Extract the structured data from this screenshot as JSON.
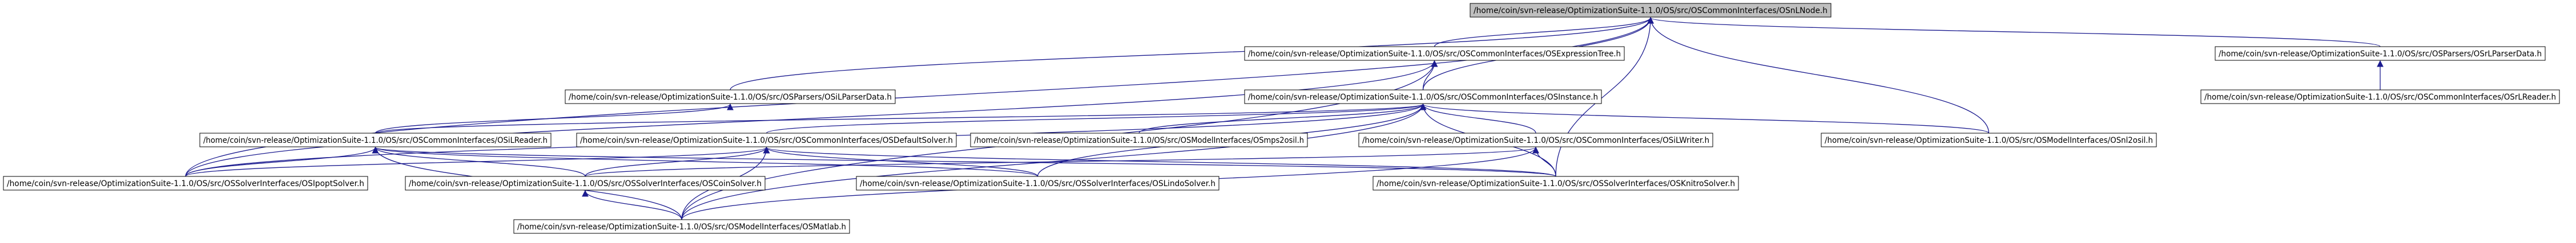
{
  "graph": {
    "colors": {
      "edge": "#1b1b8f",
      "root_fill": "#bfbfbf",
      "node_fill": "#ffffff",
      "border": "#000000"
    },
    "nodes": {
      "osilnode": "/home/coin/svn-release/OptimizationSuite-1.1.0/OS/src/OSCommonInterfaces/OSnLNode.h",
      "expressiontree": "/home/coin/svn-release/OptimizationSuite-1.1.0/OS/src/OSCommonInterfaces/OSExpressionTree.h",
      "osrlparserdata": "/home/coin/svn-release/OptimizationSuite-1.1.0/OS/src/OSParsers/OSrLParserData.h",
      "osilparserdata": "/home/coin/svn-release/OptimizationSuite-1.1.0/OS/src/OSParsers/OSiLParserData.h",
      "osinstance": "/home/coin/svn-release/OptimizationSuite-1.1.0/OS/src/OSCommonInterfaces/OSInstance.h",
      "osrlreader": "/home/coin/svn-release/OptimizationSuite-1.1.0/OS/src/OSCommonInterfaces/OSrLReader.h",
      "osilreader": "/home/coin/svn-release/OptimizationSuite-1.1.0/OS/src/OSCommonInterfaces/OSiLReader.h",
      "defaultsolver": "/home/coin/svn-release/OptimizationSuite-1.1.0/OS/src/OSCommonInterfaces/OSDefaultSolver.h",
      "osmps2osil": "/home/coin/svn-release/OptimizationSuite-1.1.0/OS/src/OSModelInterfaces/OSmps2osil.h",
      "osilwriter": "/home/coin/svn-release/OptimizationSuite-1.1.0/OS/src/OSCommonInterfaces/OSiLWriter.h",
      "osnl2osil": "/home/coin/svn-release/OptimizationSuite-1.1.0/OS/src/OSModelInterfaces/OSnl2osil.h",
      "ipoptsolver": "/home/coin/svn-release/OptimizationSuite-1.1.0/OS/src/OSSolverInterfaces/OSIpoptSolver.h",
      "coinsolver": "/home/coin/svn-release/OptimizationSuite-1.1.0/OS/src/OSSolverInterfaces/OSCoinSolver.h",
      "lindosolver": "/home/coin/svn-release/OptimizationSuite-1.1.0/OS/src/OSSolverInterfaces/OSLindoSolver.h",
      "knitrosolver": "/home/coin/svn-release/OptimizationSuite-1.1.0/OS/src/OSSolverInterfaces/OSKnitroSolver.h",
      "osmatlab": "/home/coin/svn-release/OptimizationSuite-1.1.0/OS/src/OSModelInterfaces/OSMatlab.h"
    },
    "edges": [
      [
        "expressiontree",
        "osilnode"
      ],
      [
        "osilparserdata",
        "osilnode"
      ],
      [
        "osinstance",
        "osilnode"
      ],
      [
        "osrlparserdata",
        "osilnode"
      ],
      [
        "osnl2osil",
        "osilnode"
      ],
      [
        "ipoptsolver",
        "osilnode"
      ],
      [
        "knitrosolver",
        "osilnode"
      ],
      [
        "osinstance",
        "expressiontree"
      ],
      [
        "ipoptsolver",
        "expressiontree"
      ],
      [
        "osmatlab",
        "expressiontree"
      ],
      [
        "osilreader",
        "osilparserdata"
      ],
      [
        "osrlreader",
        "osrlparserdata"
      ],
      [
        "osilreader",
        "osinstance"
      ],
      [
        "defaultsolver",
        "osinstance"
      ],
      [
        "osmps2osil",
        "osinstance"
      ],
      [
        "osilwriter",
        "osinstance"
      ],
      [
        "osnl2osil",
        "osinstance"
      ],
      [
        "ipoptsolver",
        "osinstance"
      ],
      [
        "lindosolver",
        "osinstance"
      ],
      [
        "knitrosolver",
        "osinstance"
      ],
      [
        "osmatlab",
        "osinstance"
      ],
      [
        "ipoptsolver",
        "osilreader"
      ],
      [
        "coinsolver",
        "osilreader"
      ],
      [
        "lindosolver",
        "osilreader"
      ],
      [
        "knitrosolver",
        "osilreader"
      ],
      [
        "osmatlab",
        "osilreader"
      ],
      [
        "ipoptsolver",
        "defaultsolver"
      ],
      [
        "coinsolver",
        "defaultsolver"
      ],
      [
        "lindosolver",
        "defaultsolver"
      ],
      [
        "knitrosolver",
        "defaultsolver"
      ],
      [
        "osmatlab",
        "defaultsolver"
      ],
      [
        "coinsolver",
        "osilwriter"
      ],
      [
        "knitrosolver",
        "osilwriter"
      ],
      [
        "osmatlab",
        "osilwriter"
      ],
      [
        "osmatlab",
        "coinsolver"
      ]
    ]
  }
}
